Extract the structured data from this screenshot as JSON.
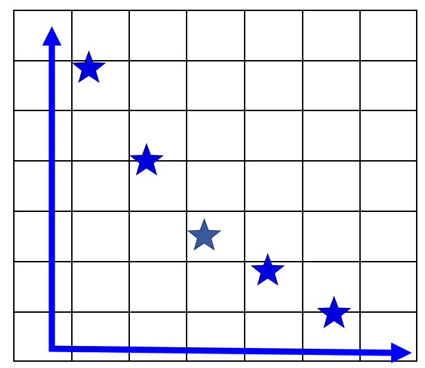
{
  "grid": {
    "columns": 7,
    "rows": 7,
    "line_color": "#000000"
  },
  "axes": {
    "color": "#0000ff",
    "style": "thick-arrow"
  },
  "stars": [
    {
      "col": 1.3,
      "row": 5.6,
      "color": "#0000e0",
      "stroke": "#00009a"
    },
    {
      "col": 2.3,
      "row": 3.75,
      "color": "#0000e0",
      "stroke": "#00009a"
    },
    {
      "col": 3.3,
      "row": 2.25,
      "color": "#3a5aa0",
      "stroke": "#2a3f7a"
    },
    {
      "col": 4.4,
      "row": 1.55,
      "color": "#0000e0",
      "stroke": "#00009a"
    },
    {
      "col": 5.55,
      "row": 0.7,
      "color": "#0000e0",
      "stroke": "#00009a"
    }
  ]
}
